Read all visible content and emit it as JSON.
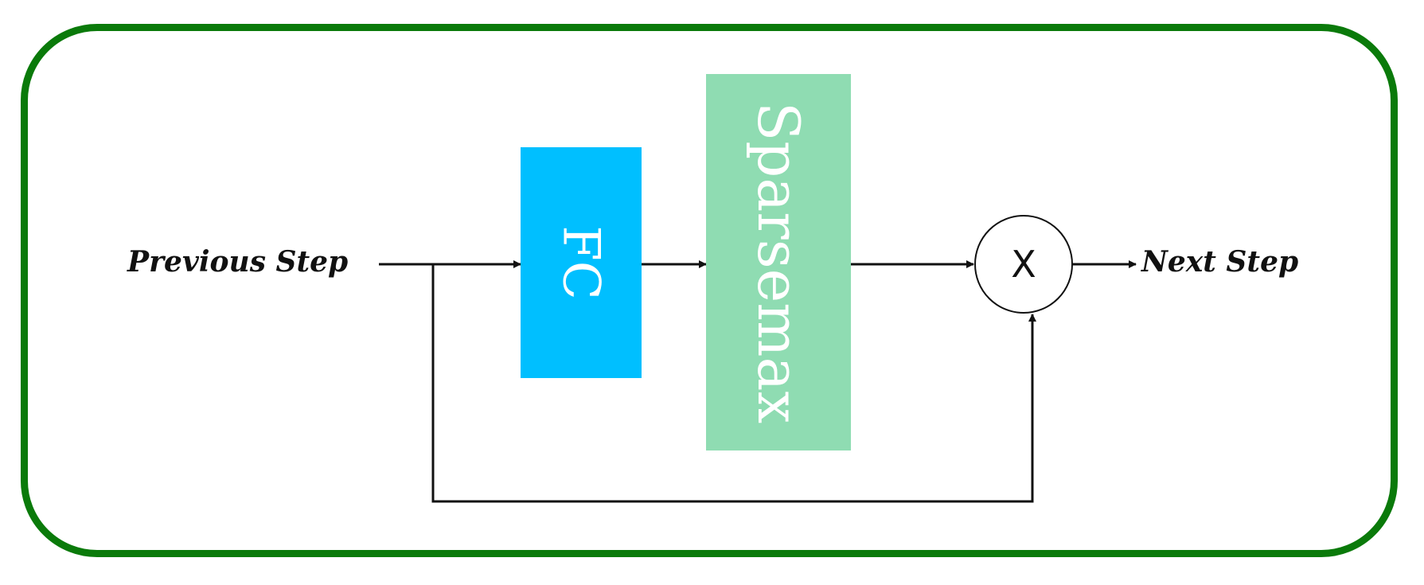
{
  "diagram": {
    "input_label": "Previous Step",
    "output_label": "Next Step",
    "fc_label": "FC",
    "sparsemax_label": "Sparsemax",
    "multiply_label": "X"
  },
  "colors": {
    "frame_border": "#0a7a0a",
    "fc_fill": "#00bfff",
    "sparsemax_fill": "#8fdcb2",
    "arrow": "#111111"
  }
}
